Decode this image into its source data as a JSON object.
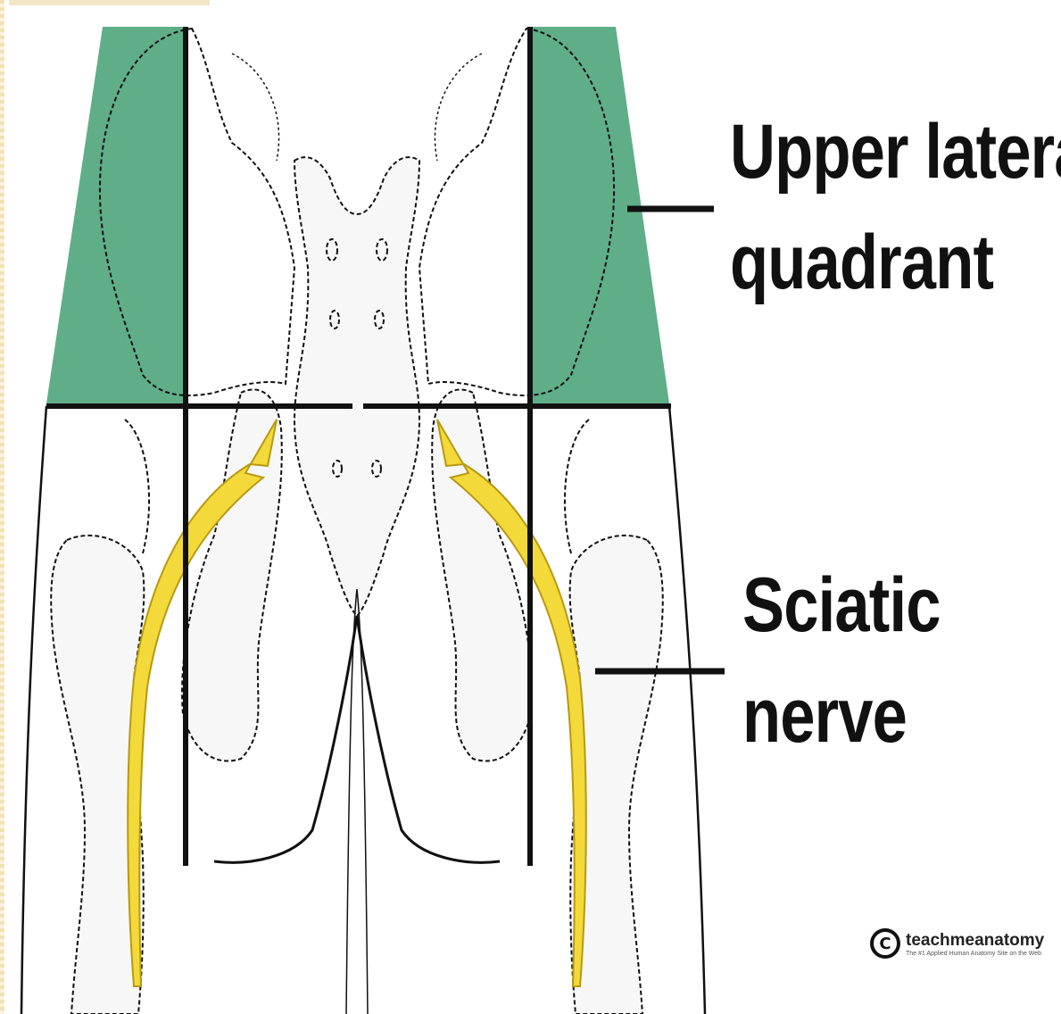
{
  "labels": {
    "upper_lateral_quadrant": [
      "Upper lateral",
      "quadrant"
    ],
    "sciatic_nerve": [
      "Sciatic",
      "nerve"
    ]
  },
  "credit": {
    "brand": "teachmeanatomy",
    "tagline": "The #1 Applied Human Anatomy Site on the Web",
    "icon": "copyright-icon"
  },
  "colors": {
    "quadrant_fill": "#5fae88",
    "nerve_fill": "#f3da3a",
    "bone_fill": "#f7f7f7",
    "outline": "#111111"
  }
}
